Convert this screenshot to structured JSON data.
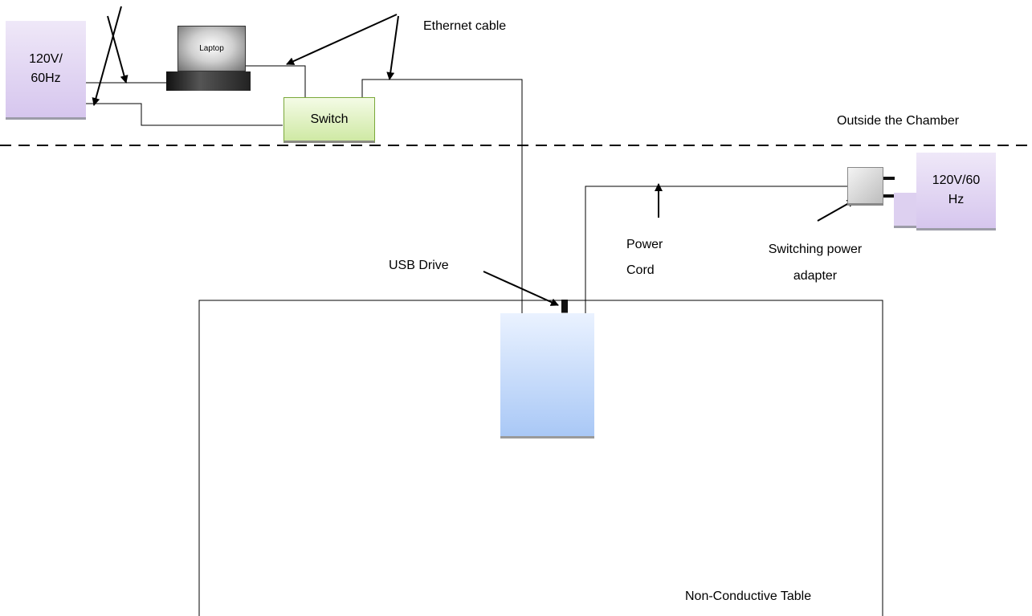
{
  "labels": {
    "ethernet_cable": "Ethernet cable",
    "outside_chamber": "Outside the Chamber",
    "power_cord_line1": "Power",
    "power_cord_line2": "Cord",
    "adapter_line1": "Switching power",
    "adapter_line2": "adapter",
    "usb_drive": "USB Drive",
    "table": "Non-Conductive Table"
  },
  "nodes": {
    "power_left_line1": "120V/",
    "power_left_line2": "60Hz",
    "laptop": "Laptop",
    "switch": "Switch",
    "power_right_line1": "120V/60",
    "power_right_line2": "Hz"
  }
}
